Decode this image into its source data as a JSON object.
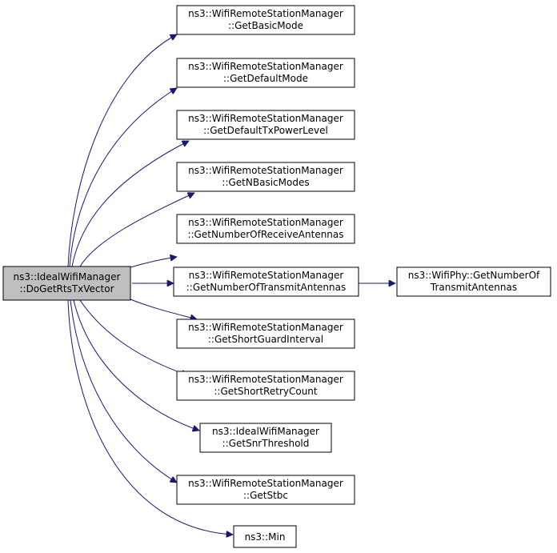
{
  "colors": {
    "background": "#ffffff",
    "root_fill": "#bfbfbf",
    "node_fill": "#ffffff",
    "node_border": "#000000",
    "edge": "#191970"
  },
  "root": {
    "id": "root",
    "lines": [
      "ns3::IdealWifiManager",
      "::DoGetRtsTxVector"
    ]
  },
  "nodes": [
    {
      "id": "getbasicmode",
      "lines": [
        "ns3::WifiRemoteStationManager",
        "::GetBasicMode"
      ]
    },
    {
      "id": "getdefaultmode",
      "lines": [
        "ns3::WifiRemoteStationManager",
        "::GetDefaultMode"
      ]
    },
    {
      "id": "getdefaulttxpowerlevel",
      "lines": [
        "ns3::WifiRemoteStationManager",
        "::GetDefaultTxPowerLevel"
      ]
    },
    {
      "id": "getnbasicmodes",
      "lines": [
        "ns3::WifiRemoteStationManager",
        "::GetNBasicModes"
      ]
    },
    {
      "id": "getnumberofreceiveantennas",
      "lines": [
        "ns3::WifiRemoteStationManager",
        "::GetNumberOfReceiveAntennas"
      ]
    },
    {
      "id": "getnumberoftransmitantennas",
      "lines": [
        "ns3::WifiRemoteStationManager",
        "::GetNumberOfTransmitAntennas"
      ]
    },
    {
      "id": "wifiphy-getnumberoftransmitantennas",
      "lines": [
        "ns3::WifiPhy::GetNumberOf",
        "TransmitAntennas"
      ]
    },
    {
      "id": "getshortguardinterval",
      "lines": [
        "ns3::WifiRemoteStationManager",
        "::GetShortGuardInterval"
      ]
    },
    {
      "id": "getshortretrycount",
      "lines": [
        "ns3::WifiRemoteStationManager",
        "::GetShortRetryCount"
      ]
    },
    {
      "id": "getsnrthreshold",
      "lines": [
        "ns3::IdealWifiManager",
        "::GetSnrThreshold"
      ]
    },
    {
      "id": "getstbc",
      "lines": [
        "ns3::WifiRemoteStationManager",
        "::GetStbc"
      ]
    },
    {
      "id": "min",
      "lines": [
        "ns3::Min"
      ]
    }
  ],
  "edges": [
    {
      "from": "root",
      "to": "getbasicmode"
    },
    {
      "from": "root",
      "to": "getdefaultmode"
    },
    {
      "from": "root",
      "to": "getdefaulttxpowerlevel"
    },
    {
      "from": "root",
      "to": "getnbasicmodes"
    },
    {
      "from": "root",
      "to": "getnumberofreceiveantennas"
    },
    {
      "from": "root",
      "to": "getnumberoftransmitantennas"
    },
    {
      "from": "getnumberoftransmitantennas",
      "to": "wifiphy-getnumberoftransmitantennas"
    },
    {
      "from": "root",
      "to": "getshortguardinterval"
    },
    {
      "from": "root",
      "to": "getshortretrycount"
    },
    {
      "from": "root",
      "to": "getsnrthreshold"
    },
    {
      "from": "root",
      "to": "getstbc"
    },
    {
      "from": "root",
      "to": "min"
    }
  ]
}
